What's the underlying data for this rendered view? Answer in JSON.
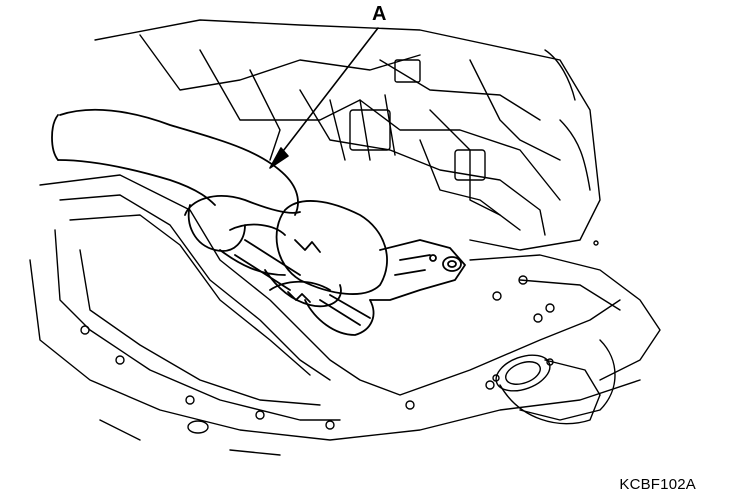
{
  "callout": {
    "label": "A"
  },
  "figure_code": "KCBF102A",
  "colors": {
    "ink": "#000000",
    "paper": "#ffffff"
  },
  "parts": {
    "transmission": "transmission-housing",
    "oil_pan": "oil-pan",
    "exhaust_pipe": "front-exhaust-pipe",
    "catalytic_converter": "catalytic-converter",
    "flange": "exhaust-flange"
  }
}
